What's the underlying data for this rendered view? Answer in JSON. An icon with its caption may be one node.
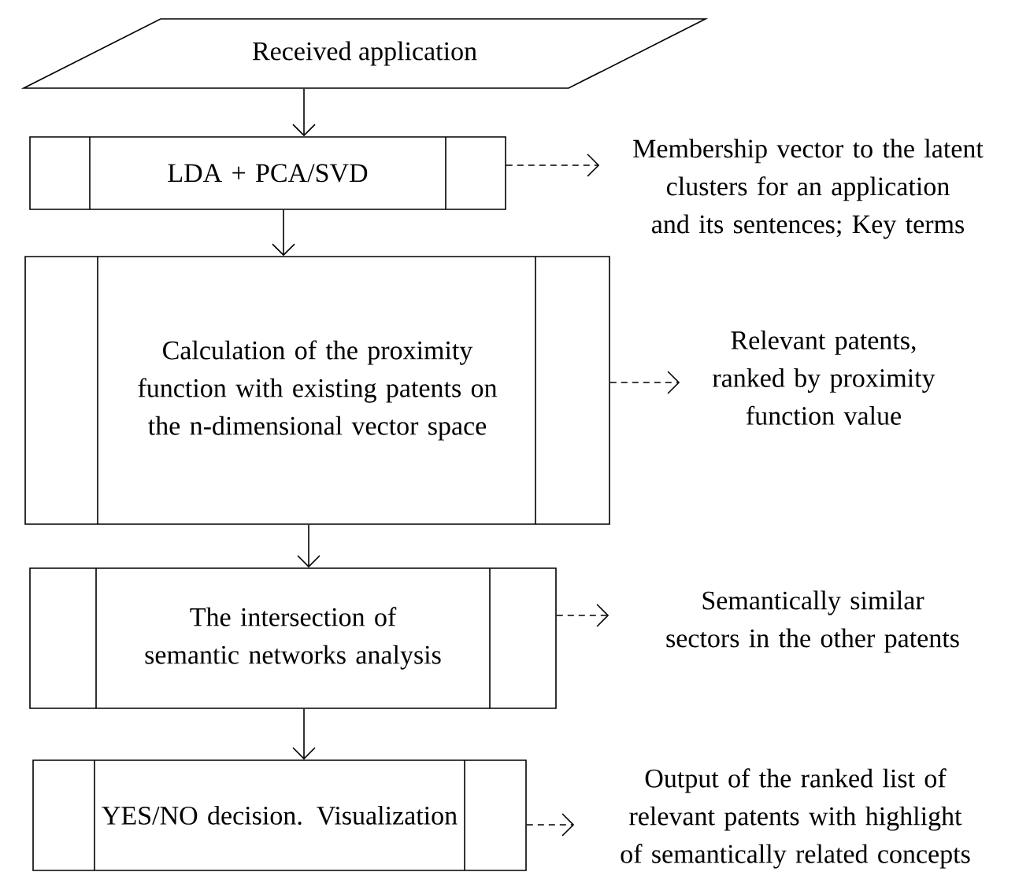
{
  "diagram": {
    "nodes": [
      {
        "text": [
          "Received application"
        ]
      },
      {
        "text": [
          "LDA + PCA/SVD"
        ]
      },
      {
        "text": [
          "Calculation of the proximity function with existing patents on the n-dimensional vector space"
        ]
      },
      {
        "text": [
          "The intersection of semantic networks analysis"
        ]
      },
      {
        "text": [
          "YES/NO decision. Visualization"
        ]
      },
      {
        "text": [
          "Membership vector to the latent clusters for an application and its sentences; Key terms"
        ]
      },
      {
        "text": [
          "Relevant patents, ranked by proximity function value"
        ]
      },
      {
        "text": [
          "Semantically similar sectors in the other patents"
        ]
      },
      {
        "text": [
          "Output of the ranked list of relevant patents with highlight of semantically related concepts"
        ]
      }
    ],
    "edges": [
      {
        "from": 0,
        "to": 1,
        "arrow": "to"
      },
      {
        "from": 1,
        "to": 2,
        "arrow": "to"
      },
      {
        "from": 2,
        "to": 3,
        "arrow": "to"
      },
      {
        "from": 3,
        "to": 4,
        "arrow": "to"
      },
      {
        "from": 1,
        "to": 5,
        "arrow": "to",
        "style": "dashed"
      },
      {
        "from": 2,
        "to": 6,
        "arrow": "to",
        "style": "dashed"
      },
      {
        "from": 3,
        "to": 7,
        "arrow": "to",
        "style": "dashed"
      },
      {
        "from": 4,
        "to": 8,
        "arrow": "to",
        "style": "dashed"
      }
    ]
  }
}
